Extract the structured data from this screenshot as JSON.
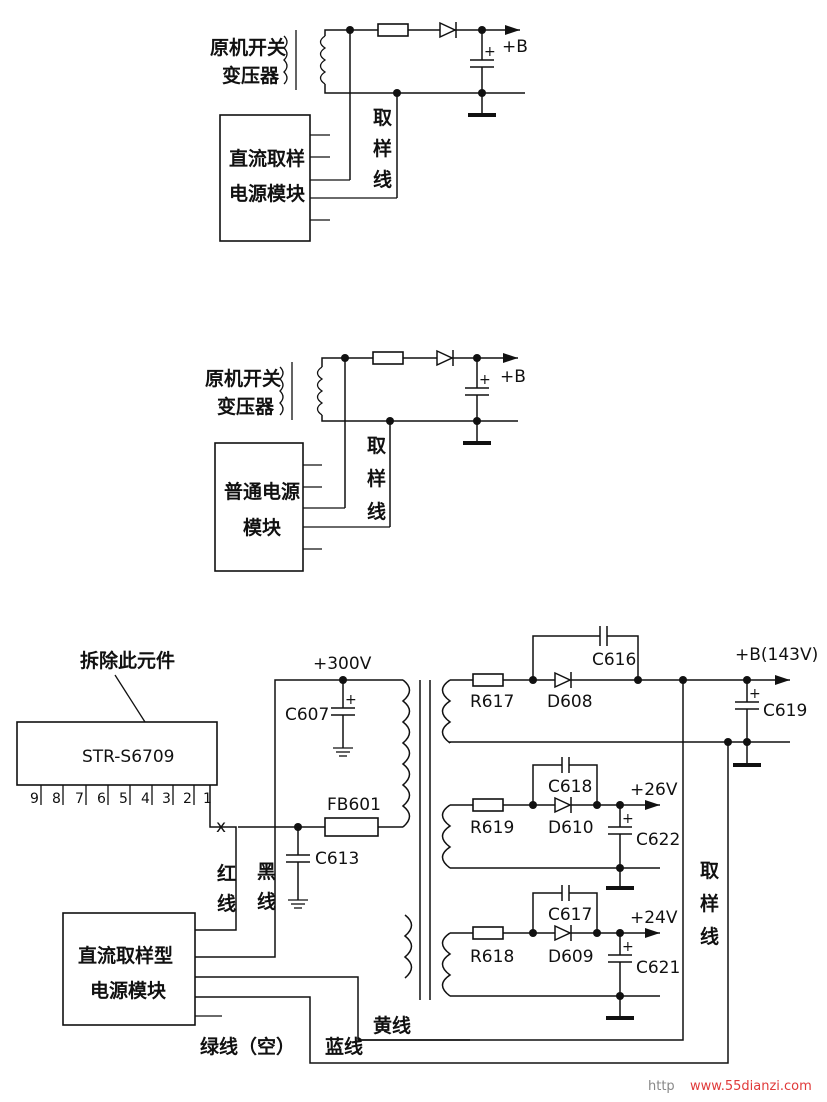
{
  "diagram1": {
    "transformer_line1": "原机开关",
    "transformer_line2": "变压器",
    "module_line1": "直流取样",
    "module_line2": "电源模块",
    "sample_c1": "取",
    "sample_c2": "样",
    "sample_c3": "线",
    "output": "+B"
  },
  "diagram2": {
    "transformer_line1": "原机开关",
    "transformer_line2": "变压器",
    "module_line1": "普通电源",
    "module_line2": "模块",
    "sample_c1": "取",
    "sample_c2": "样",
    "sample_c3": "线",
    "output": "+B"
  },
  "diagram3": {
    "remove_note": "拆除此元件",
    "ic": "STR-S6709",
    "pins": [
      "9",
      "8",
      "7",
      "6",
      "5",
      "4",
      "3",
      "2",
      "1"
    ],
    "x_mark": "x",
    "v300": "+300V",
    "c607": "C607",
    "c613": "C613",
    "fb601": "FB601",
    "red_c1": "红",
    "red_c2": "线",
    "black_c1": "黑",
    "black_c2": "线",
    "module_line1": "直流取样型",
    "module_line2": "电源模块",
    "green": "绿线（空）",
    "blue": "蓝线",
    "yellow": "黄线",
    "r617": "R617",
    "d608": "D608",
    "c616": "C616",
    "b_out": "+B(143V)",
    "c619": "C619",
    "c618": "C618",
    "r619": "R619",
    "d610": "D610",
    "v26": "+26V",
    "c622": "C622",
    "c617": "C617",
    "r618": "R618",
    "d609": "D609",
    "v24": "+24V",
    "c621": "C621",
    "sample_c1": "取",
    "sample_c2": "样",
    "sample_c3": "线",
    "plus": "+"
  },
  "watermark": "www.55dianzi.com",
  "watermark_prefix": "http"
}
